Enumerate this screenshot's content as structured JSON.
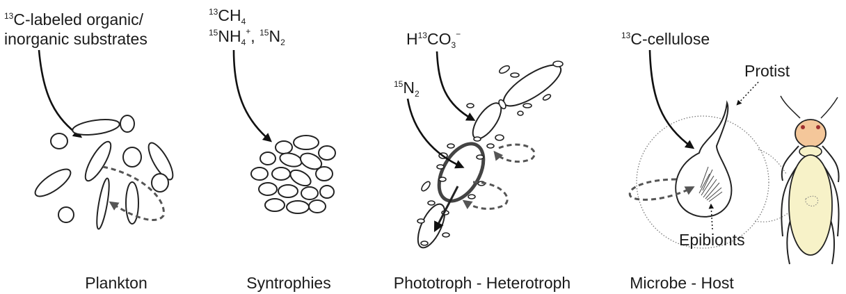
{
  "panels": {
    "plankton": {
      "substrate": {
        "line1_sup": "13",
        "line1_text": "C-labeled organic/",
        "line2_text": "inorganic substrates"
      },
      "caption": "Plankton"
    },
    "syntrophies": {
      "substrate": {
        "line1_sup": "13",
        "line1_text": "CH",
        "line1_sub": "4",
        "line2_sup_a": "15",
        "line2_text_a": "NH",
        "line2_sub_a": "4",
        "line2_charge": "+",
        "line2_sep": ", ",
        "line2_sup_b": "15",
        "line2_text_b": "N",
        "line2_sub_b": "2"
      },
      "caption": "Syntrophies"
    },
    "phototroph": {
      "substrate_a": {
        "prefix": "H",
        "sup": "13",
        "text": "CO",
        "sub": "3",
        "charge": "−"
      },
      "substrate_b": {
        "sup": "15",
        "text": "N",
        "sub": "2"
      },
      "caption": "Phototroph - Heterotroph"
    },
    "microbe_host": {
      "substrate": {
        "sup": "13",
        "text": "C-cellulose"
      },
      "label_protist": "Protist",
      "label_epibionts": "Epibionts",
      "caption": "Microbe - Host"
    }
  },
  "colors": {
    "stroke": "#222222",
    "dashed_loop": "#555555",
    "insect_body": "#f7f2c8",
    "insect_head": "#f4c79a"
  }
}
